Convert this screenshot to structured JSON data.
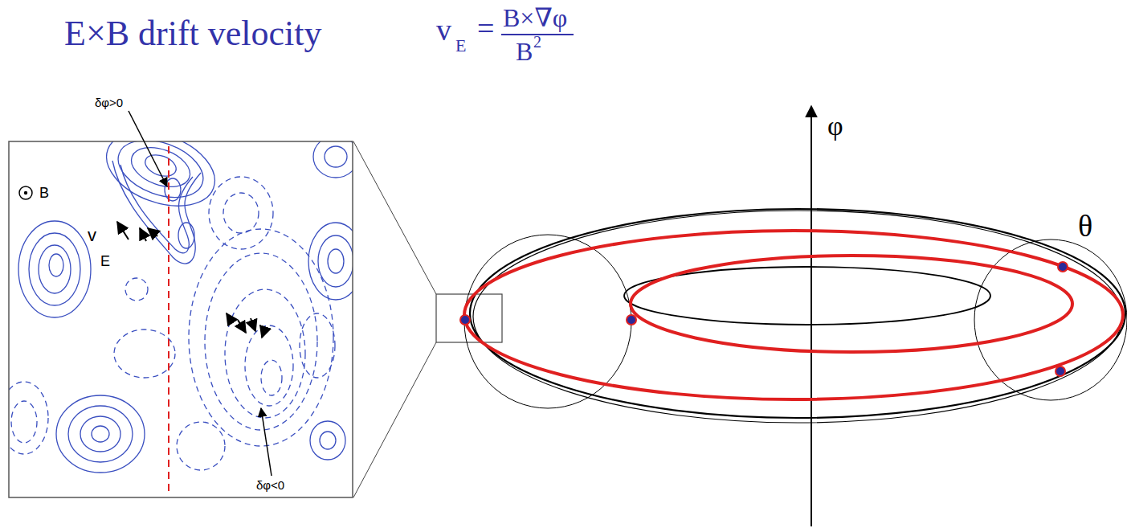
{
  "diagram": {
    "title": "E×B drift velocity",
    "labels": [
      "v",
      "E",
      "=",
      "B×∇φ",
      "B",
      "2",
      "δφ>0",
      "B",
      "v",
      "E",
      "δφ<0",
      "φ",
      "θ"
    ]
  }
}
